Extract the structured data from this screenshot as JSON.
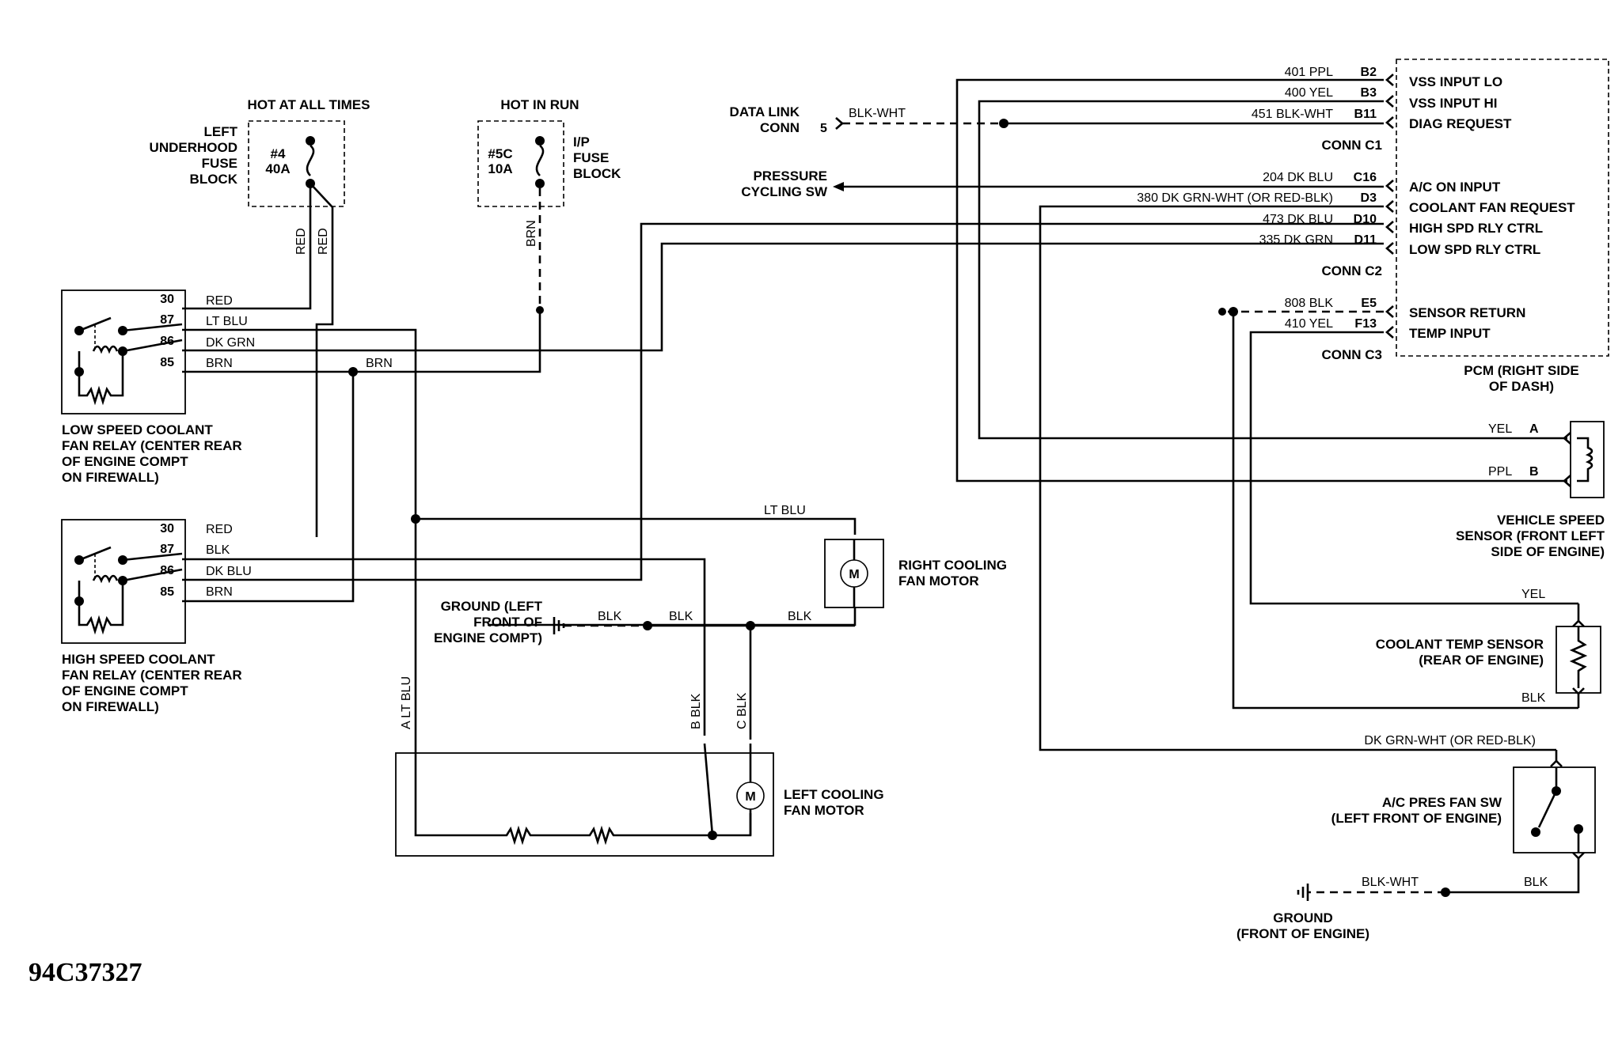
{
  "fuse_block_left": {
    "header": "HOT AT ALL TIMES",
    "name": [
      "LEFT",
      "UNDERHOOD",
      "FUSE",
      "BLOCK"
    ],
    "fuse": [
      "#4",
      "40A"
    ],
    "wires": [
      "RED",
      "RED"
    ]
  },
  "fuse_block_ip": {
    "header": "HOT IN RUN",
    "name": [
      "I/P",
      "FUSE",
      "BLOCK"
    ],
    "fuse": [
      "#5C",
      "10A"
    ],
    "wire": "BRN"
  },
  "data_link": {
    "label": [
      "DATA LINK",
      "CONN"
    ],
    "pin": "5",
    "wire": "BLK-WHT"
  },
  "pressure_cycling": {
    "label": [
      "PRESSURE",
      "CYCLING SW"
    ]
  },
  "low_relay": {
    "pins": [
      "30",
      "87",
      "86",
      "85"
    ],
    "wires": [
      "RED",
      "LT BLU",
      "DK GRN",
      "BRN"
    ],
    "splice_wire": "BRN",
    "caption": [
      "LOW SPEED COOLANT",
      "FAN RELAY (CENTER REAR",
      "OF ENGINE COMPT",
      "ON FIREWALL)"
    ]
  },
  "high_relay": {
    "pins": [
      "30",
      "87",
      "86",
      "85"
    ],
    "wires": [
      "RED",
      "BLK",
      "DK BLU",
      "BRN"
    ],
    "caption": [
      "HIGH SPEED COOLANT",
      "FAN RELAY (CENTER REAR",
      "OF ENGINE COMPT",
      "ON FIREWALL)"
    ]
  },
  "right_fan": {
    "wire_top": "LT BLU",
    "wire_bottom": "BLK",
    "label": [
      "RIGHT COOLING",
      "FAN MOTOR"
    ],
    "symbol": "M"
  },
  "ground_left": {
    "label": [
      "GROUND (LEFT",
      "FRONT OF",
      "ENGINE COMPT)"
    ],
    "wires": [
      "BLK",
      "BLK"
    ]
  },
  "left_fan": {
    "wires": [
      "A  LT BLU",
      "B  BLK",
      "C  BLK"
    ],
    "label": [
      "LEFT COOLING",
      "FAN MOTOR"
    ],
    "symbol": "M"
  },
  "pcm": {
    "rows": [
      {
        "wire": "401 PPL",
        "pin": "B2",
        "func": "VSS INPUT LO"
      },
      {
        "wire": "400 YEL",
        "pin": "B3",
        "func": "VSS INPUT HI"
      },
      {
        "wire": "451 BLK-WHT",
        "pin": "B11",
        "func": "DIAG REQUEST"
      },
      {
        "wire": "204 DK BLU",
        "pin": "C16",
        "func": "A/C ON INPUT"
      },
      {
        "wire": "380 DK GRN-WHT (OR RED-BLK)",
        "pin": "D3",
        "func": "COOLANT FAN REQUEST"
      },
      {
        "wire": "473 DK BLU",
        "pin": "D10",
        "func": "HIGH SPD RLY CTRL"
      },
      {
        "wire": "335 DK GRN",
        "pin": "D11",
        "func": "LOW SPD RLY CTRL"
      },
      {
        "wire": "808 BLK",
        "pin": "E5",
        "func": "SENSOR RETURN"
      },
      {
        "wire": "410 YEL",
        "pin": "F13",
        "func": "TEMP INPUT"
      }
    ],
    "connectors": [
      "CONN C1",
      "CONN C2",
      "CONN C3"
    ],
    "caption": [
      "PCM (RIGHT SIDE",
      "OF DASH)"
    ]
  },
  "vss": {
    "wire_a": "YEL",
    "pin_a": "A",
    "wire_b": "PPL",
    "pin_b": "B",
    "caption": [
      "VEHICLE SPEED",
      "SENSOR (FRONT LEFT",
      "SIDE OF ENGINE)"
    ]
  },
  "ect": {
    "wire_top": "YEL",
    "wire_bottom": "BLK",
    "caption": [
      "COOLANT TEMP SENSOR",
      "(REAR OF ENGINE)"
    ]
  },
  "ac_switch": {
    "wire": "DK GRN-WHT (OR RED-BLK)",
    "caption": [
      "A/C PRES FAN SW",
      "(LEFT FRONT OF ENGINE)"
    ]
  },
  "ground_front": {
    "wires": [
      "BLK-WHT",
      "BLK"
    ],
    "caption": [
      "GROUND",
      "(FRONT OF ENGINE)"
    ]
  },
  "figure_id": "94C37327"
}
